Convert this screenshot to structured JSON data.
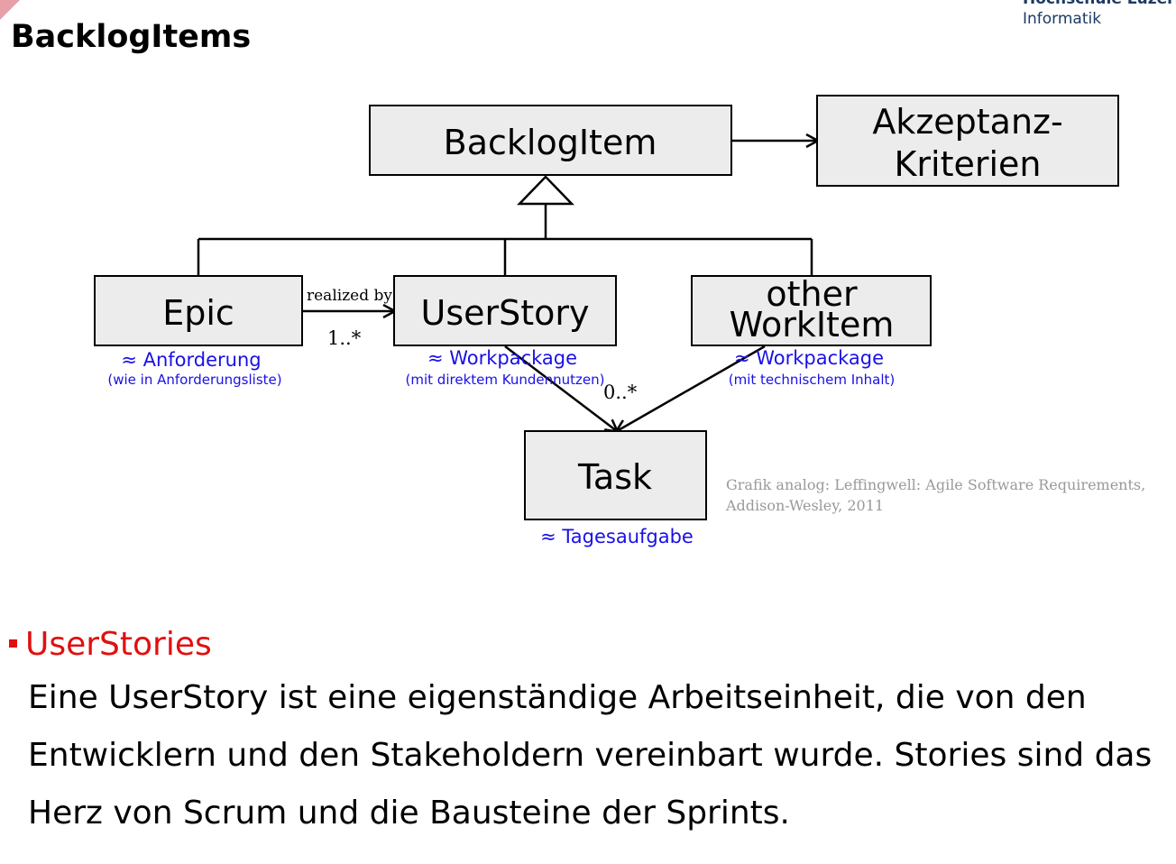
{
  "header": {
    "org_line1": "Hochschule Luzern",
    "org_line2": "Informatik",
    "title": "BacklogItems"
  },
  "diagram": {
    "classes": {
      "backlogitem": "BacklogItem",
      "akzeptanz_line1": "Akzeptanz-",
      "akzeptanz_line2": "Kriterien",
      "epic": "Epic",
      "userstory": "UserStory",
      "other_line1": "other",
      "other_line2": "WorkItem",
      "task": "Task"
    },
    "notes": {
      "epic_main": "≈ Anforderung",
      "epic_sub": "(wie in Anforderungsliste)",
      "userstory_main": "≈ Workpackage",
      "userstory_sub": "(mit direktem Kundennutzen)",
      "other_main": "≈ Workpackage",
      "other_sub": "(mit technischem Inhalt)",
      "task_main": "≈ Tagesaufgabe"
    },
    "associations": {
      "realized_by": "realized by",
      "mult_epic_story": "1..*",
      "mult_task": "0..*"
    },
    "credit_line1": "Grafik analog: Leffingwell: Agile Software Requirements,",
    "credit_line2": "Addison-Wesley, 2011"
  },
  "content": {
    "bullet_heading": "UserStories",
    "bullet_text": "Eine UserStory ist eine eigenständige Arbeitseinheit, die von den Entwicklern und den Stakeholdern vereinbart wurde. Stories sind das Herz von Scrum und die Bausteine der Sprints."
  },
  "colors": {
    "note_blue": "#1a10e6",
    "heading_red": "#e01010",
    "box_fill": "#ececec",
    "credit_gray": "#999999",
    "org_navy": "#1e3a64"
  }
}
